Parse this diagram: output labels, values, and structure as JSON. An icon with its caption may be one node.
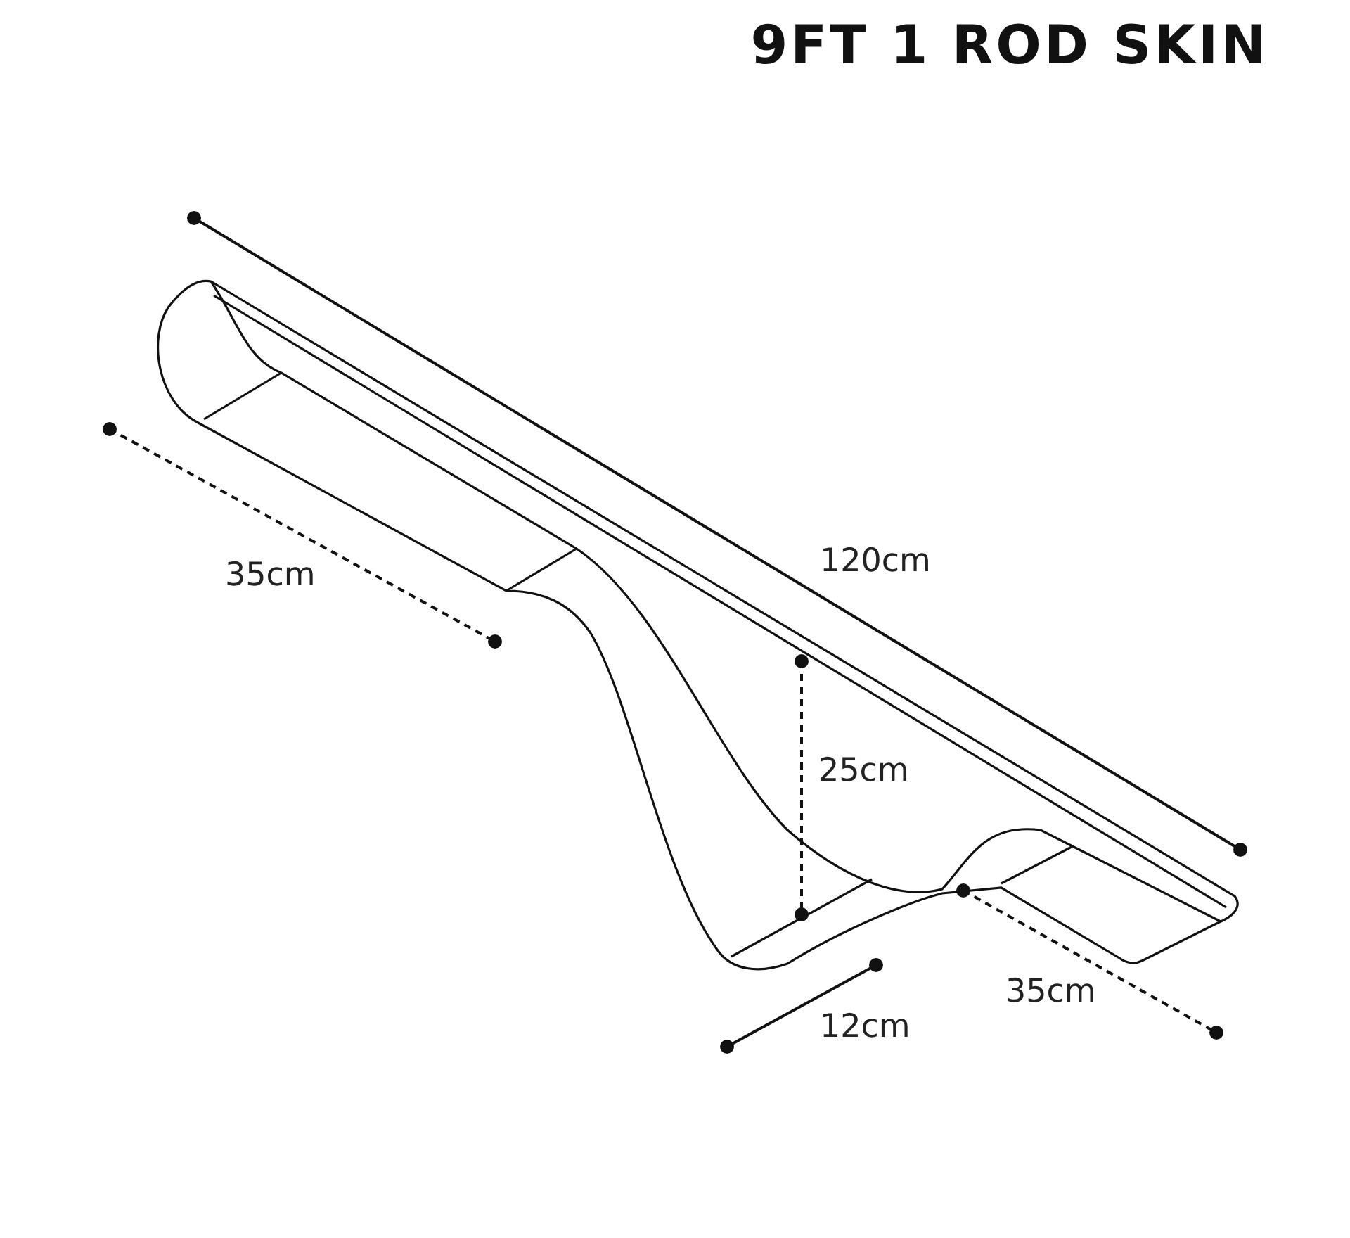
{
  "diagram": {
    "title": "9FT 1 ROD SKIN",
    "labels": [
      "35cm",
      "120cm",
      "25cm",
      "35cm",
      "12cm"
    ]
  }
}
